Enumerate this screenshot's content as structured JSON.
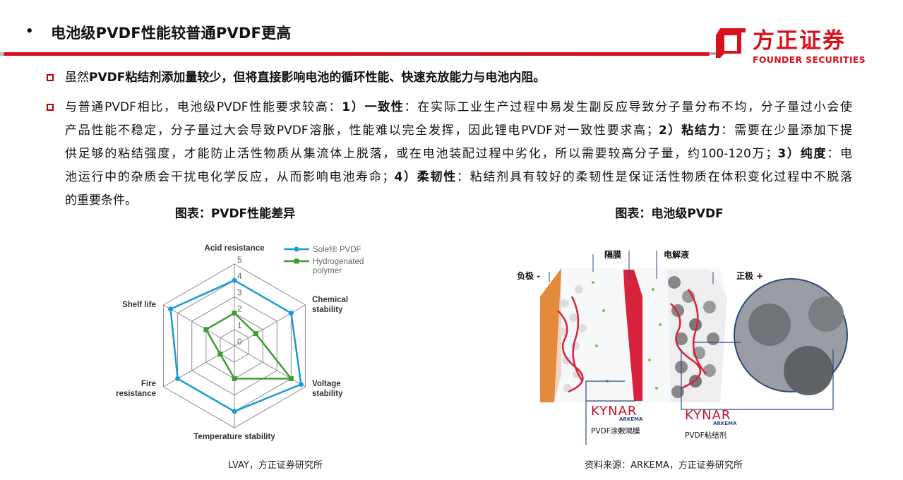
{
  "header": {
    "bullet": "•",
    "title": "电池级PVDF性能较普通PVDF更高"
  },
  "logo": {
    "cn": "方正证券",
    "en": "FOUNDER SECURITIES",
    "color": "#d7121f"
  },
  "bullets": [
    {
      "lines": [
        [
          {
            "t": "虽然",
            "b": false
          },
          {
            "t": "PVDF粘结剂添加量较少，但将直接影响电池的循环性能、快速充放能力与电池内阻。",
            "b": true
          }
        ]
      ]
    },
    {
      "lines": [
        [
          {
            "t": "与普通PVDF相比，电池级PVDF性能要求较高：",
            "b": false
          },
          {
            "t": "1）一致性",
            "b": true
          },
          {
            "t": "：在实际工业生产过程中易发生副反应导致分子量分布不均，分子量过小会使",
            "b": false
          }
        ],
        [
          {
            "t": "产品性能不稳定，分子量过大会导致PVDF溶胀，性能难以完全发挥，因此锂电PVDF对一致性要求高；",
            "b": false
          },
          {
            "t": "2）粘结力",
            "b": true
          },
          {
            "t": "：需要在少量添加下提",
            "b": false
          }
        ],
        [
          {
            "t": "供足够的粘结强度，才能防止活性物质从集流体上脱落，或在电池装配过程中劣化，所以需要较高分子量，约100-120万；",
            "b": false
          },
          {
            "t": "3）纯度",
            "b": true
          },
          {
            "t": "：电",
            "b": false
          }
        ],
        [
          {
            "t": "池运行中的杂质会干扰电化学反应，从而影响电池寿命；",
            "b": false
          },
          {
            "t": "4）柔韧性",
            "b": true
          },
          {
            "t": "：粘结剂具有较好的柔韧性是保证活性物质在体积变化过程中不脱落",
            "b": false
          }
        ],
        [
          {
            "t": "的重要条件。",
            "b": false
          }
        ]
      ]
    }
  ],
  "figures": {
    "left_caption": "图表：PVDF性能差异",
    "right_caption": "图表：电池级PVDF",
    "left_source": "LVAY，方正证券研究所",
    "right_source": "资料来源：ARKEMA，方正证券研究所"
  },
  "chart_data": {
    "type": "radar",
    "axes": [
      "Acid resistance",
      "Chemical stability",
      "Voltage stability",
      "Temperature stability",
      "Fire resistance",
      "Shelf life"
    ],
    "axis_label_lines": [
      [
        "Acid resistance"
      ],
      [
        "Chemical",
        "stability"
      ],
      [
        "Voltage",
        "stability"
      ],
      [
        "Temperature stability"
      ],
      [
        "Fire",
        "resistance"
      ],
      [
        "Shelf life"
      ]
    ],
    "ticks": [
      0,
      1,
      2,
      3,
      4,
      5
    ],
    "range": [
      0,
      5
    ],
    "grid": true,
    "legend_position": "top-right",
    "series": [
      {
        "name": "Solef® PVDF",
        "color": "#1a9ad6",
        "marker": "circle",
        "values": [
          4,
          4,
          4.7,
          4,
          4,
          4.5
        ]
      },
      {
        "name": "Hydrogenated polymer",
        "legend_lines": [
          "Hydrogenated",
          "polymer"
        ],
        "color": "#3f9b35",
        "marker": "square",
        "values": [
          2,
          1.5,
          4,
          2,
          1,
          2
        ]
      }
    ]
  },
  "illustration": {
    "labels": {
      "anode": "负极 -",
      "separator": "隔膜",
      "electrolyte": "电解液",
      "cathode": "正极 +"
    },
    "brand": "KYNAR",
    "brand_sub": "ARKEMA",
    "callout_left": "PVDF涂敷隔膜",
    "callout_right": "PVDF粘结剂"
  }
}
